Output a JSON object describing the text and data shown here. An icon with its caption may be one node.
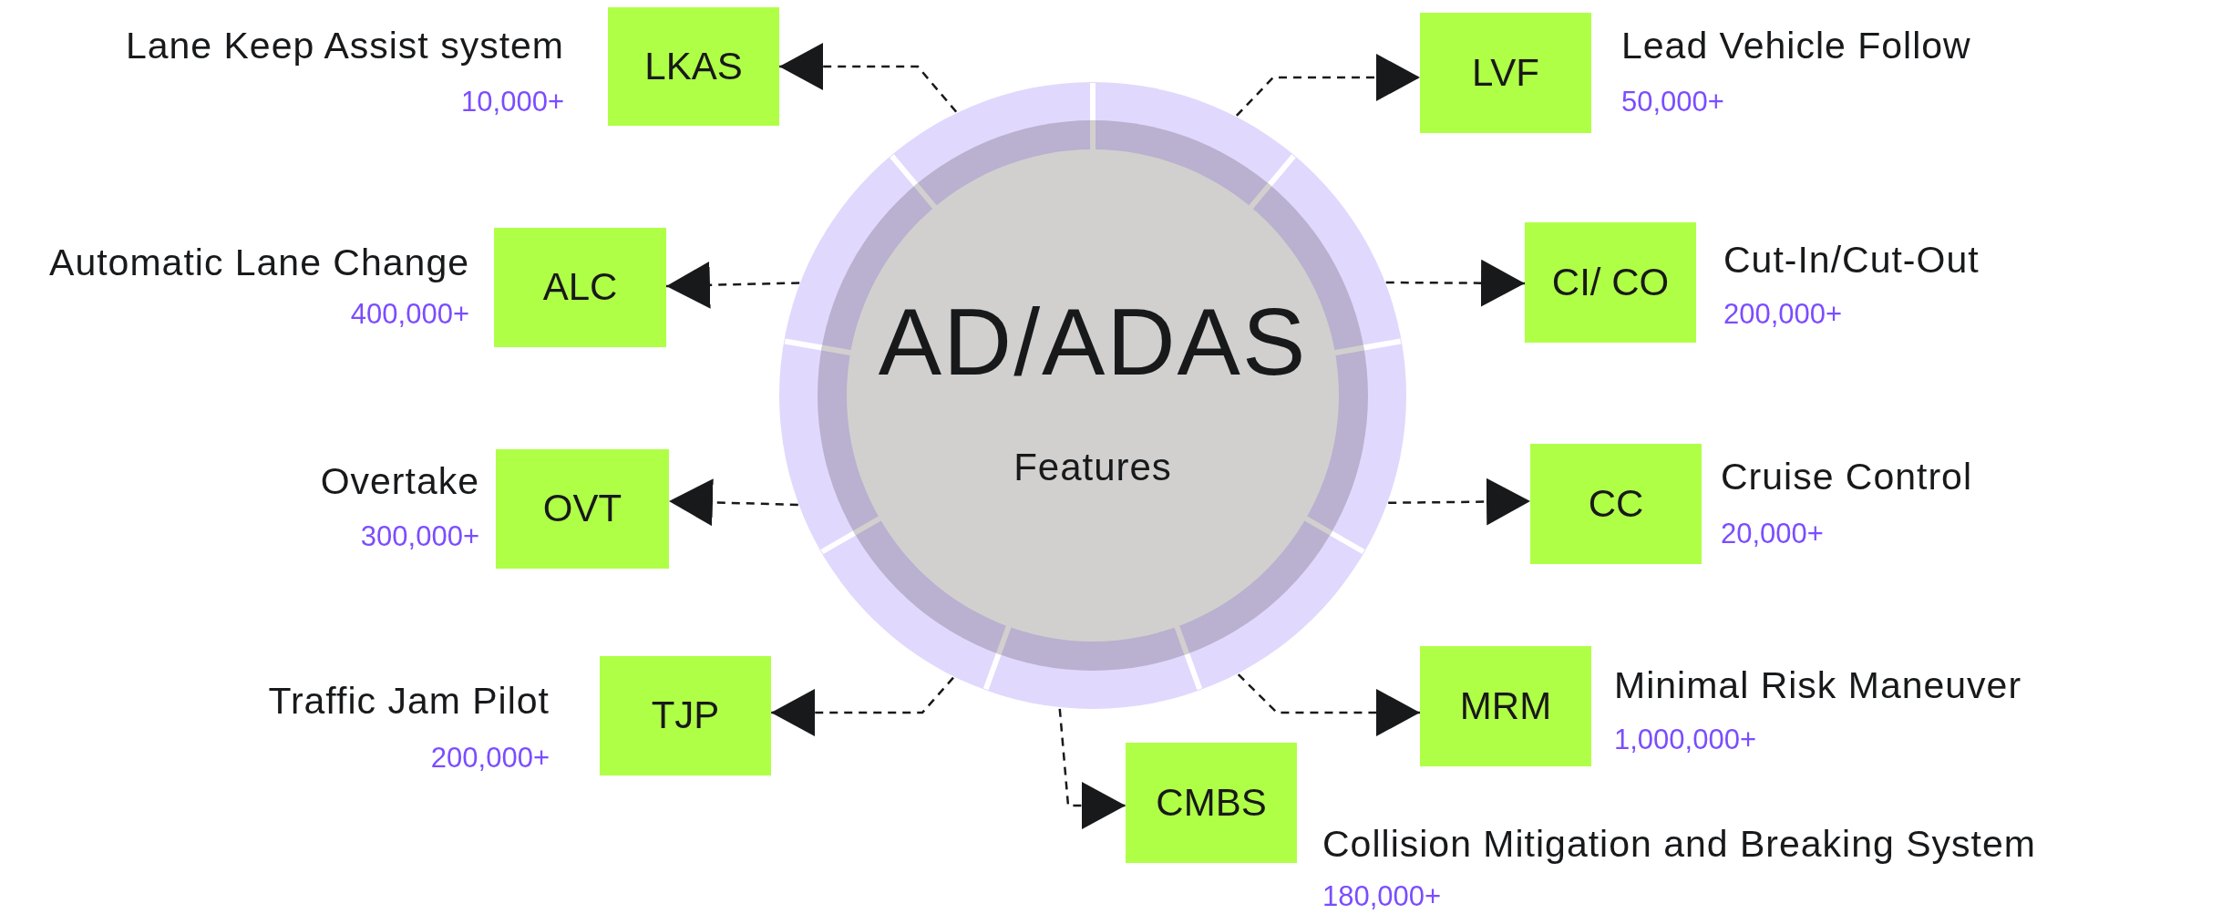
{
  "diagram": {
    "nodes": [
      {
        "text": [
          "AD/ADAS",
          "Features"
        ]
      },
      {
        "text": [
          "LKAS"
        ],
        "beside": [
          "Lane Keep Assist system",
          "10,000+"
        ]
      },
      {
        "text": [
          "LVF"
        ],
        "beside": [
          "Lead Vehicle Follow",
          "50,000+"
        ]
      },
      {
        "text": [
          "ALC"
        ],
        "beside": [
          "Automatic Lane Change",
          "400,000+"
        ]
      },
      {
        "text": [
          "CI/ CO"
        ],
        "beside": [
          "Cut-In/Cut-Out",
          "200,000+"
        ]
      },
      {
        "text": [
          "OVT"
        ],
        "beside": [
          "Overtake",
          "300,000+"
        ]
      },
      {
        "text": [
          "CC"
        ],
        "beside": [
          "Cruise Control",
          "20,000+"
        ]
      },
      {
        "text": [
          "TJP"
        ],
        "beside": [
          "Traffic Jam Pilot",
          "200,000+"
        ]
      },
      {
        "text": [
          "MRM"
        ],
        "beside": [
          "Minimal Risk Maneuver",
          "1,000,000+"
        ]
      },
      {
        "text": [
          "CMBS"
        ],
        "beside": [
          "Collision Mitigation and Breaking System",
          "180,000+"
        ]
      }
    ],
    "edges": [
      {
        "from": 0,
        "to": 1,
        "arrow": "to",
        "style": "dashed"
      },
      {
        "from": 0,
        "to": 2,
        "arrow": "to",
        "style": "dashed"
      },
      {
        "from": 0,
        "to": 3,
        "arrow": "to",
        "style": "dashed"
      },
      {
        "from": 0,
        "to": 4,
        "arrow": "to",
        "style": "dashed"
      },
      {
        "from": 0,
        "to": 5,
        "arrow": "to",
        "style": "dashed"
      },
      {
        "from": 0,
        "to": 6,
        "arrow": "to",
        "style": "dashed"
      },
      {
        "from": 0,
        "to": 7,
        "arrow": "to",
        "style": "dashed"
      },
      {
        "from": 0,
        "to": 8,
        "arrow": "to",
        "style": "dashed"
      },
      {
        "from": 0,
        "to": 9,
        "arrow": "to",
        "style": "dashed"
      }
    ]
  }
}
